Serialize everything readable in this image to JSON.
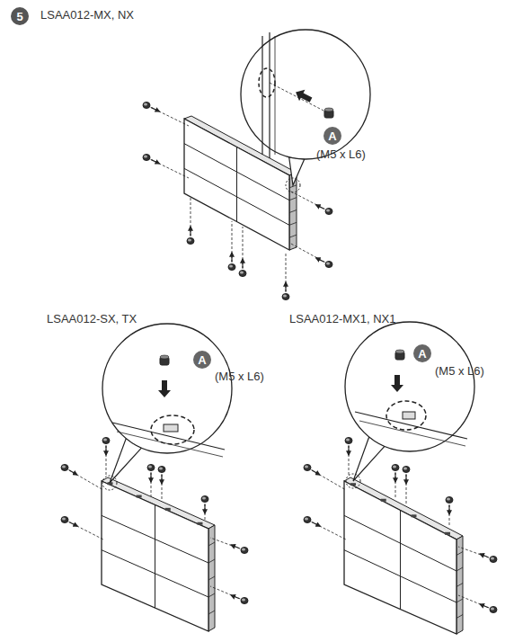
{
  "diagram": {
    "nodes": [
      {
        "text": [
          "5"
        ]
      },
      {
        "text": [
          "A"
        ]
      },
      {
        "text": [
          "A"
        ]
      },
      {
        "text": [
          "A"
        ]
      }
    ],
    "labels": [
      "LSAA012-MX, NX",
      "(M5 x L6)",
      "LSAA012-SX, TX",
      "(M5 x L6)",
      "LSAA012-MX1, NX1",
      "(M5 x L6)"
    ]
  }
}
